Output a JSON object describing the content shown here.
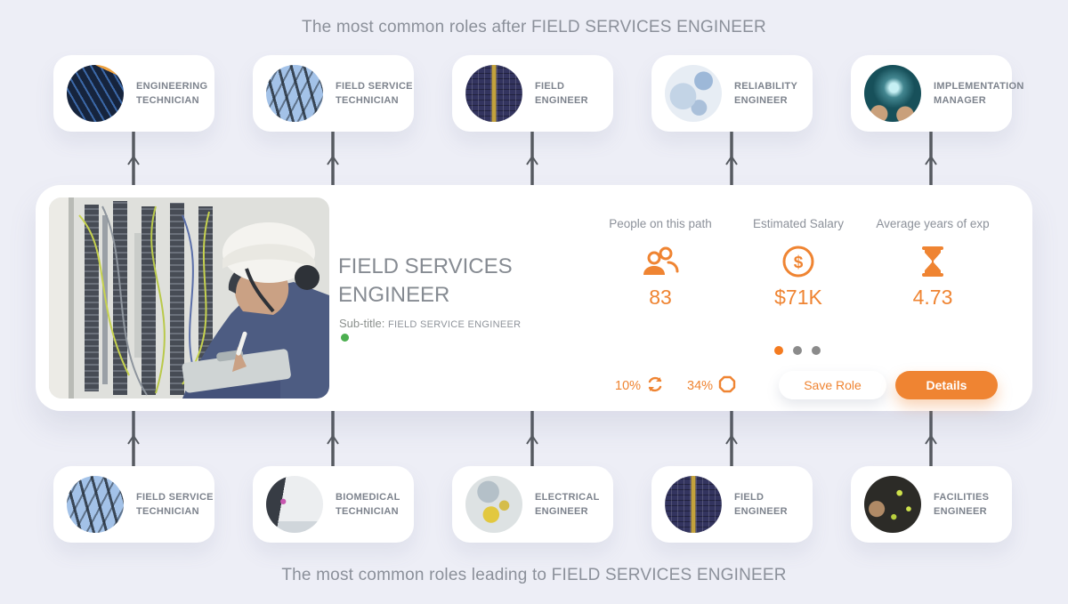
{
  "page": {
    "heading_top": "The most common roles after FIELD SERVICES ENGINEER",
    "heading_bottom": "The most common roles leading to FIELD SERVICES ENGINEER"
  },
  "colors": {
    "background": "#EDEEF6",
    "accent_orange": "#EF8432",
    "active_dot_orange": "#F47B20",
    "inactive_dot_gray": "#8B8B8B",
    "status_green": "#4CAF50",
    "arrow_gray": "#565A60",
    "text_gray": "#8B909A"
  },
  "top_roles": [
    {
      "label": "ENGINEERING TECHNICIAN",
      "avatar": "tablet-drawing"
    },
    {
      "label": "FIELD SERVICE TECHNICIAN",
      "avatar": "tower-sky"
    },
    {
      "label": "FIELD ENGINEER",
      "avatar": "solar-panels"
    },
    {
      "label": "RELIABILITY ENGINEER",
      "avatar": "tech-blue"
    },
    {
      "label": "IMPLEMENTATION MANAGER",
      "avatar": "teal-hands"
    }
  ],
  "bottom_roles": [
    {
      "label": "FIELD SERVICE TECHNICIAN",
      "avatar": "tower-sky"
    },
    {
      "label": "BIOMEDICAL TECHNICIAN",
      "avatar": "biomedical-machine"
    },
    {
      "label": "ELECTRICAL ENGINEER",
      "avatar": "electrical-work"
    },
    {
      "label": "FIELD ENGINEER",
      "avatar": "solar-panels"
    },
    {
      "label": "FACILITIES ENGINEER",
      "avatar": "facilities-dark"
    }
  ],
  "center_card": {
    "title": "FIELD SERVICES ENGINEER",
    "subtitle_label": "Sub-title:",
    "subtitle_value": "FIELD SERVICE ENGINEER",
    "photo_alt": "engineer-with-hard-hat-inspecting-wiring-panel",
    "stats": [
      {
        "label": "People on this path",
        "icon": "people-icon",
        "value": "83"
      },
      {
        "label": "Estimated Salary",
        "icon": "dollar-icon",
        "value": "$71K"
      },
      {
        "label": "Average years of exp",
        "icon": "hourglass-icon",
        "value": "4.73"
      }
    ],
    "metrics": [
      {
        "value": "10%",
        "icon": "cycle-arrows-icon"
      },
      {
        "value": "34%",
        "icon": "circle-outline-icon"
      }
    ],
    "carousel": {
      "count": 3,
      "active": 0
    },
    "buttons": {
      "save": "Save Role",
      "details": "Details"
    }
  }
}
